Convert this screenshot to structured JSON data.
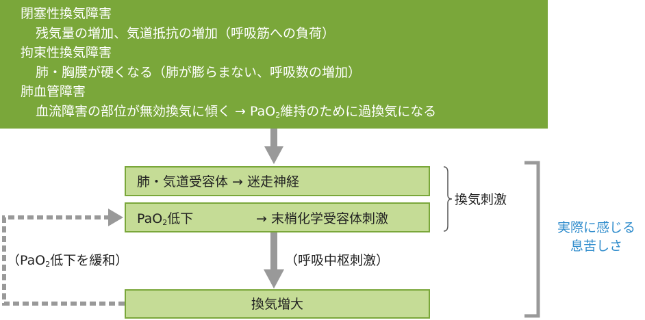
{
  "causes": [
    {
      "heading": "閉塞性換気障害",
      "detail": "残気量の増加、気道抵抗の増加（呼吸筋への負荷）"
    },
    {
      "heading": "拘束性換気障害",
      "detail": "肺・胸膜が硬くなる（肺が膨らまない、呼吸数の増加）"
    },
    {
      "heading": "肺血管障害",
      "detail_pre": "血流障害の部位が無効換気に傾く → PaO",
      "detail_sub": "2",
      "detail_post": "維持のために過換気になる"
    }
  ],
  "boxes": {
    "receptor": "肺・気道受容体 → 迷走神経",
    "pao2_pre": "PaO",
    "pao2_sub": "2",
    "pao2_post": "低下",
    "pao2_arrow": "→ 末梢化学受容体刺激",
    "ventilation_increase": "換気増大"
  },
  "labels": {
    "ventilation_stimulus": "換気刺激",
    "respiratory_center": "（呼吸中枢刺激）",
    "relief_pre": "（PaO",
    "relief_sub": "2",
    "relief_post": "低下を緩和）",
    "dyspnea_line1": "実際に感じる",
    "dyspnea_line2": "息苦しさ"
  },
  "colors": {
    "dark_green": "#7aa73a",
    "light_green": "#c5dc96",
    "gray": "#999999",
    "blue": "#2f8ccc"
  }
}
